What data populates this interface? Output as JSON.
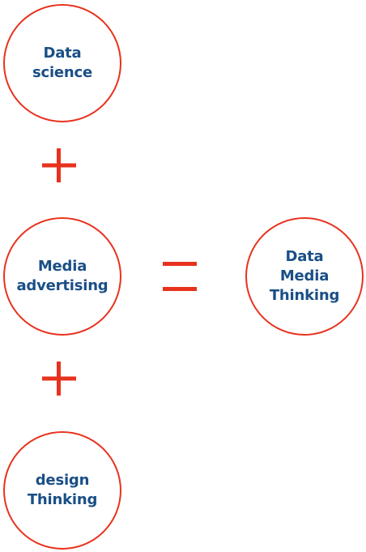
{
  "colors": {
    "accent": "#e8321e",
    "label_text": "#1a4f86",
    "background": "#ffffff"
  },
  "nodes": {
    "data_science": {
      "label": "Data\nscience"
    },
    "media_advertising": {
      "label": "Media\nadvertising"
    },
    "design_thinking": {
      "label": "design\nThinking"
    },
    "result": {
      "label": "Data\nMedia\nThinking"
    }
  },
  "operators": {
    "plus_1": "plus",
    "plus_2": "plus",
    "equals": "equals"
  }
}
